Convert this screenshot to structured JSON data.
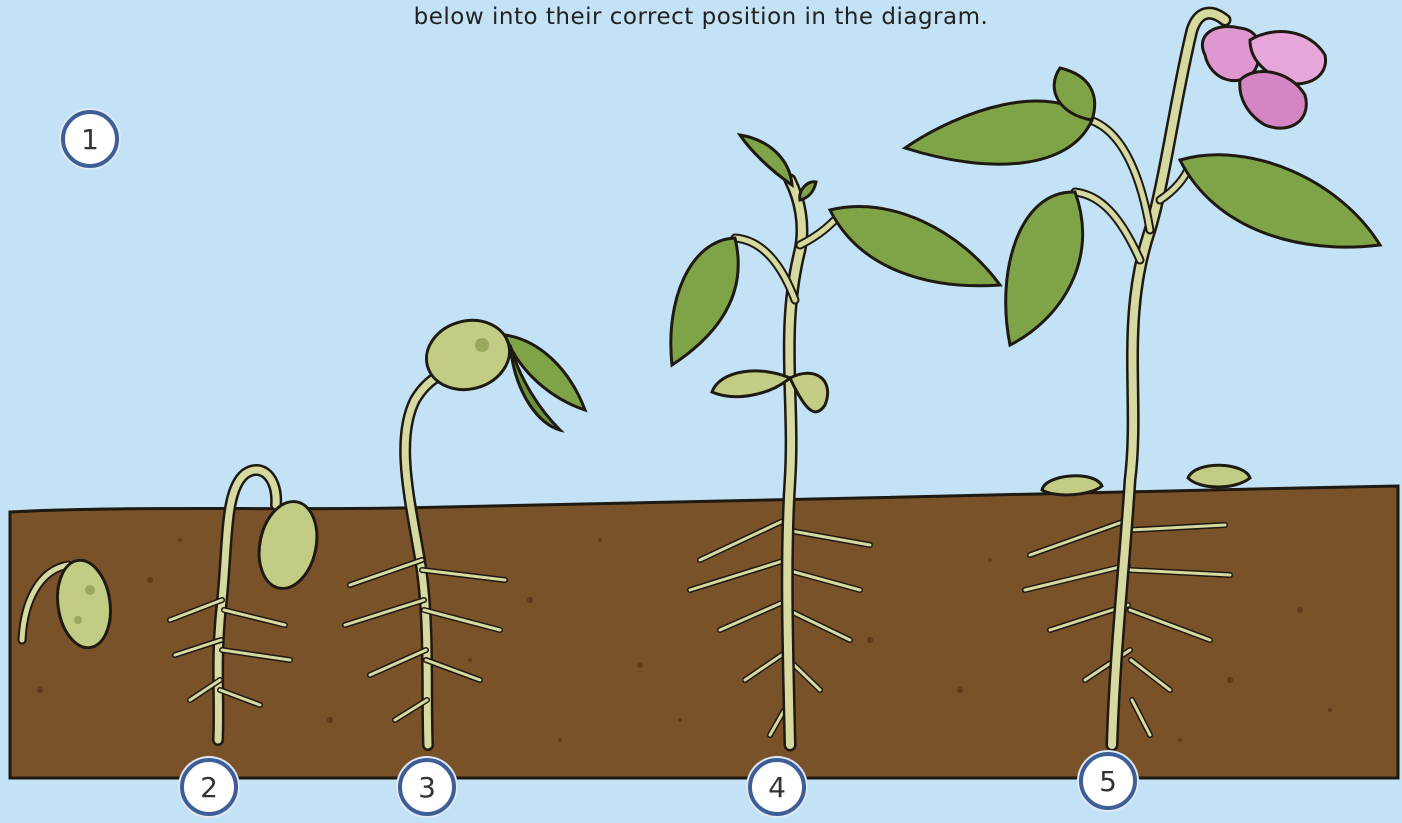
{
  "instruction": "below into their correct position in the diagram.",
  "stages": [
    {
      "number": "1"
    },
    {
      "number": "2"
    },
    {
      "number": "3"
    },
    {
      "number": "4"
    },
    {
      "number": "5"
    }
  ],
  "colors": {
    "sky": "#c3e2f5",
    "soil": "#7a5229",
    "stem": "#d6d9a0",
    "leaf": "#7fa448",
    "seed": "#c2cc85",
    "flower": "#df97cf",
    "outline": "#1e1a12",
    "badge_border": "#3d5f96"
  }
}
